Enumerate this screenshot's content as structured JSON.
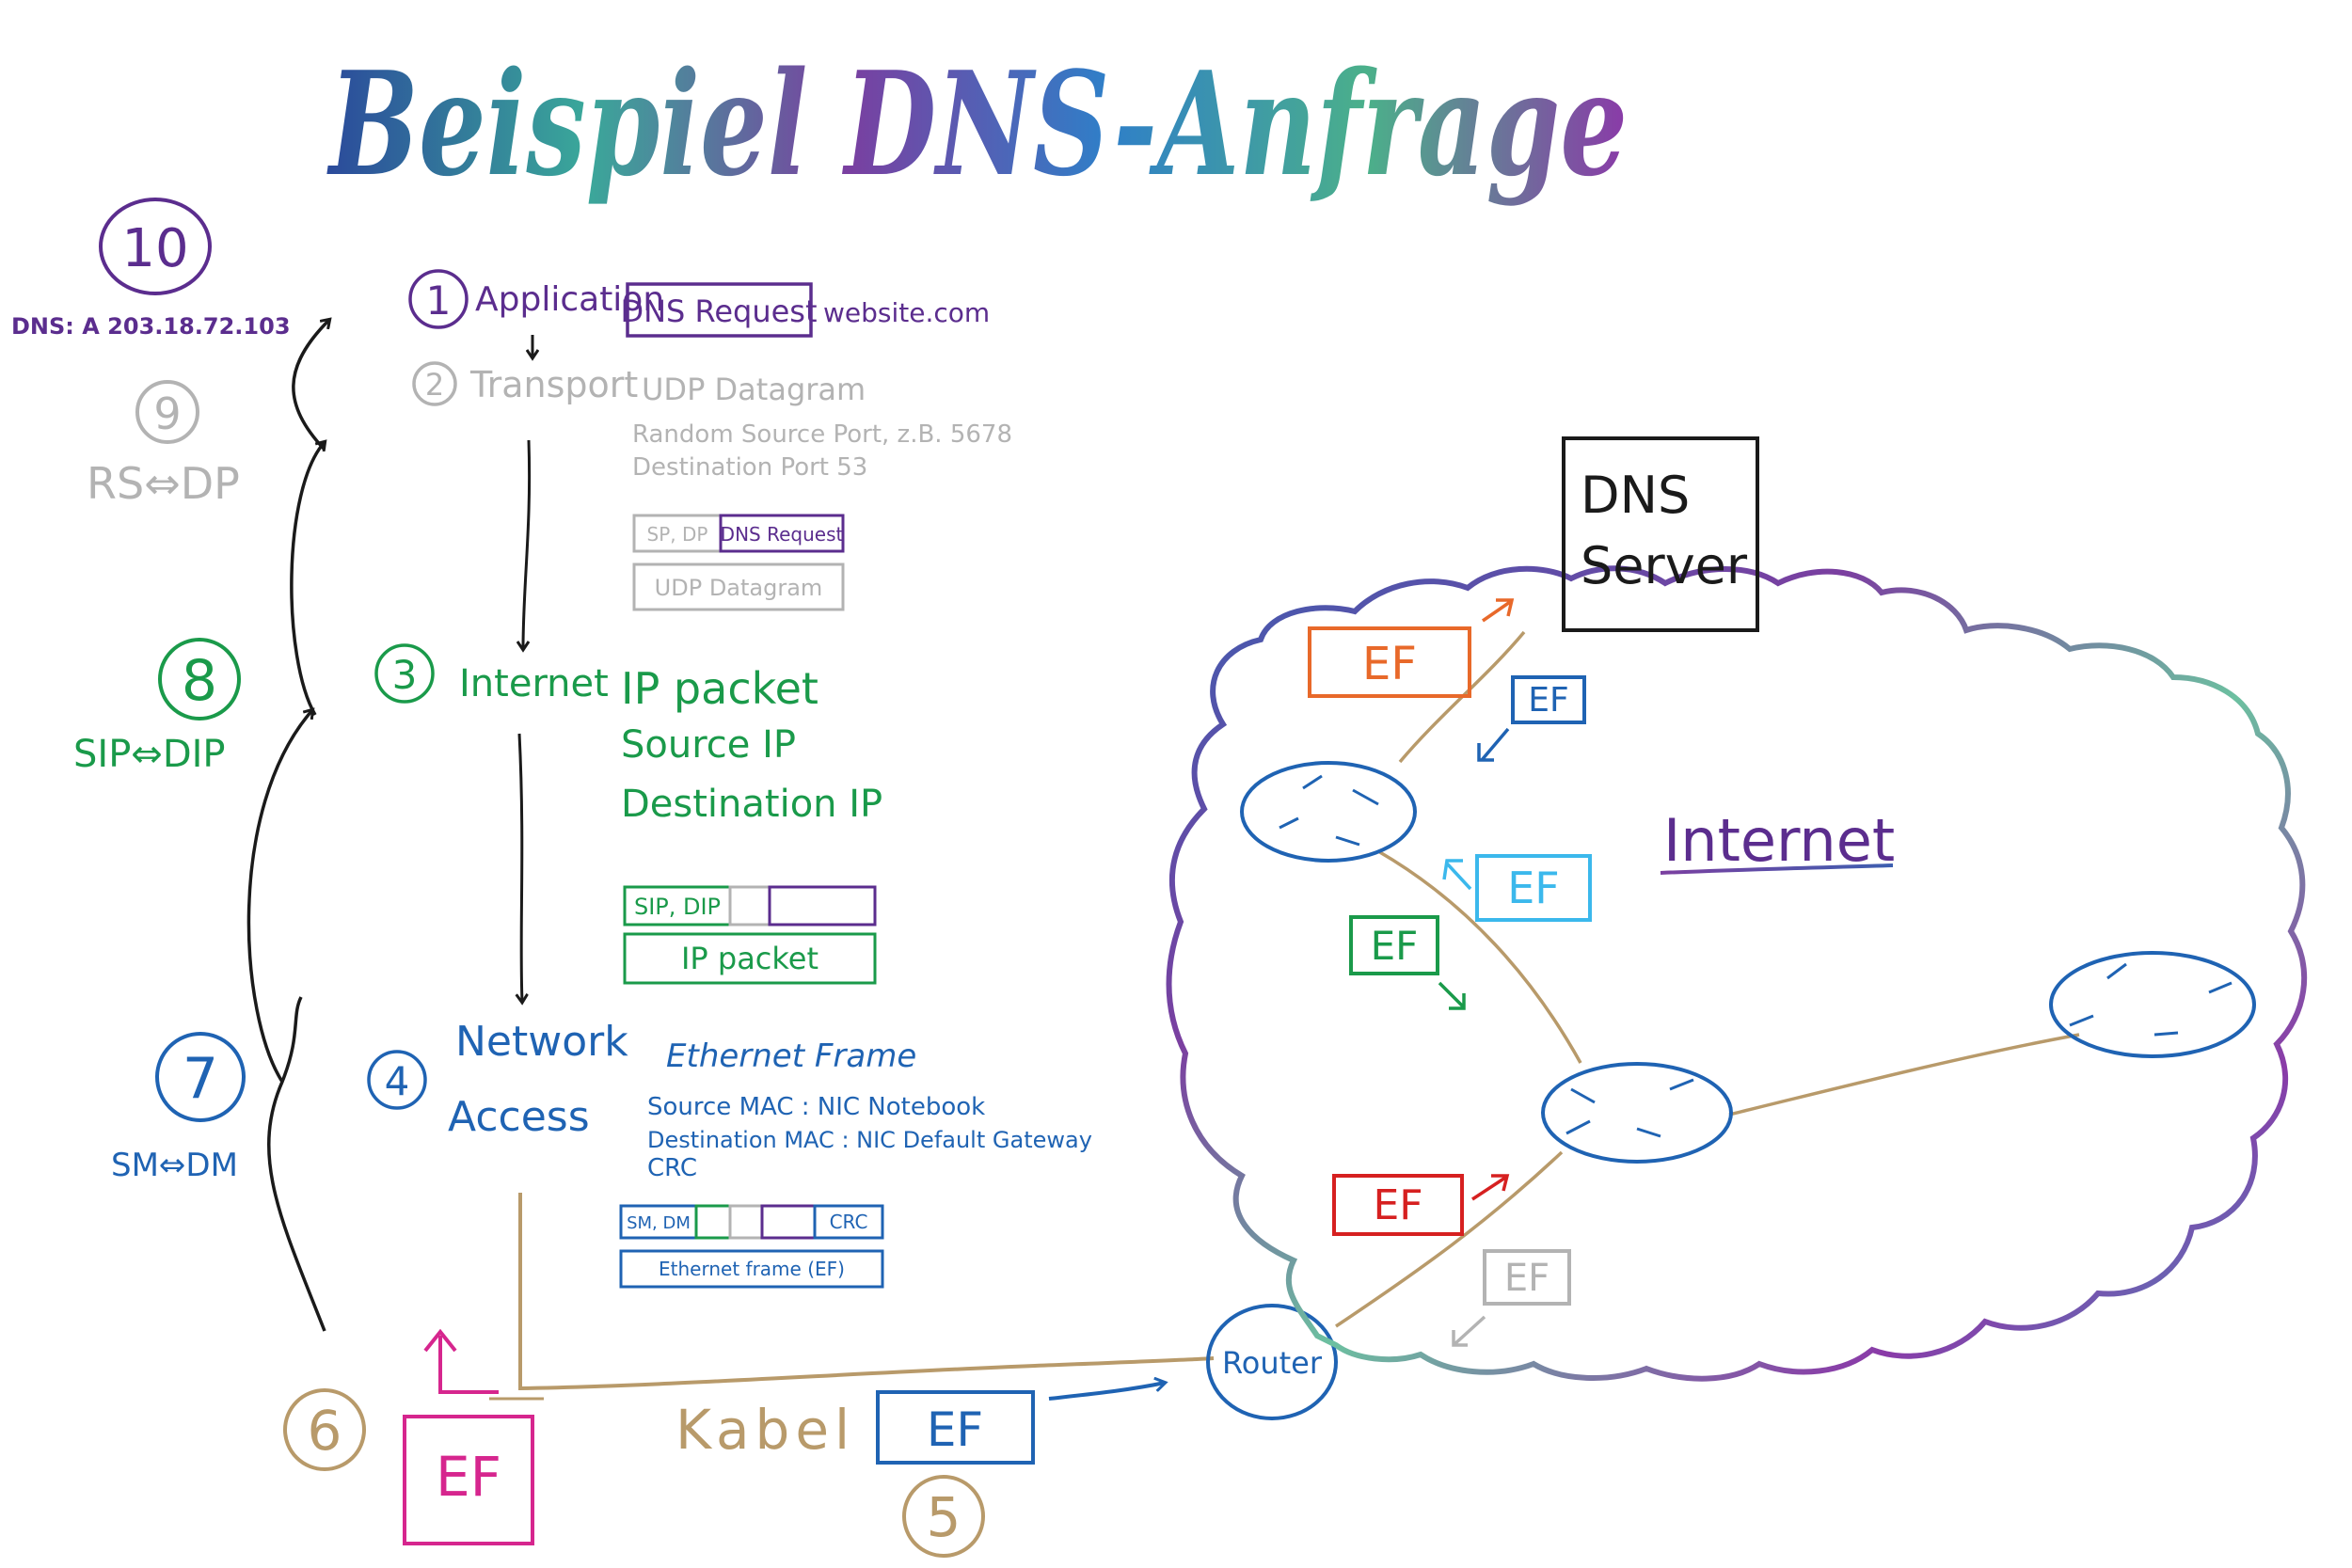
{
  "title": "Beispiel DNS-Anfrage",
  "colors": {
    "purple": "#5b2d8e",
    "gray": "#b3b3b3",
    "green": "#1a9a4a",
    "blue": "#1f63b3",
    "tan": "#b89a6a",
    "magenta": "#d6268e",
    "orange": "#e8692a",
    "red": "#d62020",
    "cyan": "#3bb8ec",
    "black": "#1a1a1a"
  },
  "steps": {
    "s1": "1",
    "s2": "2",
    "s3": "3",
    "s4": "4",
    "s5": "5",
    "s6": "6",
    "s7": "7",
    "s8": "8",
    "s9": "9",
    "s10": "10"
  },
  "layers": {
    "application": "Application",
    "transport": "Transport",
    "internet": "Internet",
    "network_1": "Network",
    "network_2": "Access"
  },
  "application": {
    "box": "DNS Request",
    "domain": "website.com"
  },
  "transport": {
    "title": "UDP Datagram",
    "bullet1": "Random Source Port, z.B. 5678",
    "bullet2": "Destination Port 53",
    "enc_header": "SP, DP",
    "enc_payload": "DNS Request",
    "enc_label": "UDP Datagram"
  },
  "internet": {
    "title": "IP packet",
    "bullet1": "Source IP",
    "bullet2": "Destination IP",
    "enc_header": "SIP, DIP",
    "enc_label": "IP packet"
  },
  "network": {
    "title": "Ethernet Frame",
    "bullet1": "Source MAC : NIC Notebook",
    "bullet2": "Destination MAC : NIC Default Gateway",
    "bullet3": "CRC",
    "enc_header": "SM, DM",
    "enc_crc": "CRC",
    "enc_label": "Ethernet frame (EF)"
  },
  "return": {
    "dns_answer": "DNS: A 203.18.72.103",
    "swap9": "RS⇔DP",
    "swap8": "SIP⇔DIP",
    "swap7": "SM⇔DM"
  },
  "network_side": {
    "kabel": "Kabel",
    "ef": "EF",
    "router": "Router",
    "internet": "Internet",
    "dns_server_1": "DNS",
    "dns_server_2": "Server"
  }
}
